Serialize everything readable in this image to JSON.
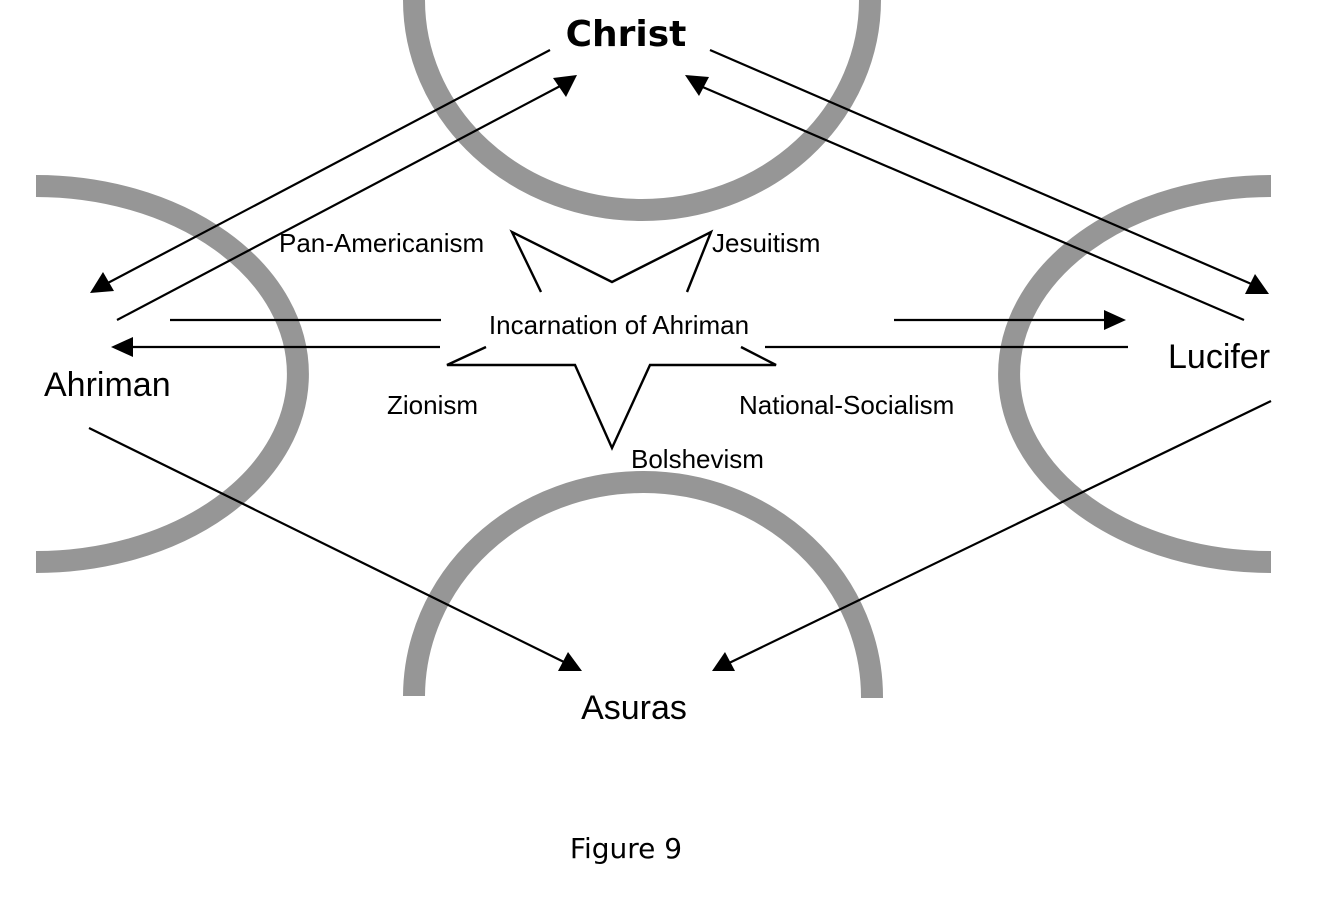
{
  "nodes": {
    "christ": "Christ",
    "ahriman": "Ahriman",
    "lucifer": "Lucifer",
    "asuras": "Asuras"
  },
  "center": {
    "title": "Incarnation of Ahriman",
    "points": {
      "top_left": "Pan-Americanism",
      "top_right": "Jesuitism",
      "bottom_left": "Zionism",
      "bottom_right": "National-Socialism",
      "bottom": "Bolshevism"
    }
  },
  "edges": [
    {
      "from": "Christ",
      "to": "Ahriman"
    },
    {
      "from": "Ahriman",
      "to": "Christ"
    },
    {
      "from": "Christ",
      "to": "Lucifer"
    },
    {
      "from": "Lucifer",
      "to": "Christ"
    },
    {
      "from": "Ahriman",
      "to": "Lucifer"
    },
    {
      "from": "Lucifer",
      "to": "Ahriman"
    },
    {
      "from": "Ahriman",
      "to": "Asuras"
    },
    {
      "from": "Lucifer",
      "to": "Asuras"
    }
  ],
  "colors": {
    "arc": "#969696",
    "line": "#000000"
  },
  "caption": "Figure 9"
}
